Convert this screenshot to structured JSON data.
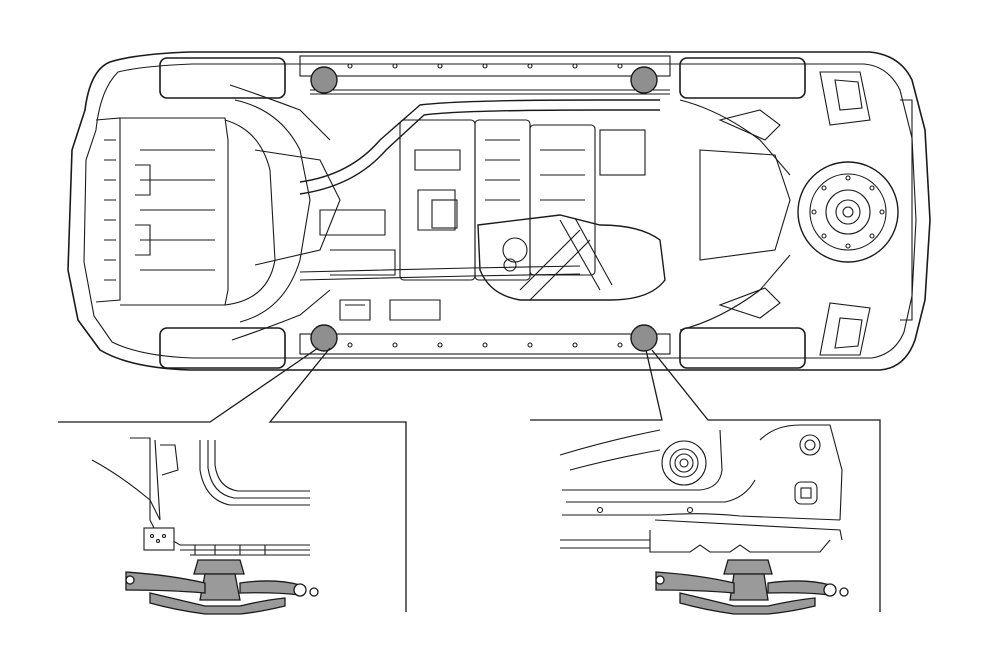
{
  "diagram": {
    "kind": "vehicle-underside-jack-points",
    "jack_points": [
      {
        "id": "front-left"
      },
      {
        "id": "rear-left"
      },
      {
        "id": "front-right"
      },
      {
        "id": "rear-right"
      }
    ],
    "detail_views": [
      {
        "id": "front-jack-detail",
        "shows": "jack-under-front-lift-point"
      },
      {
        "id": "rear-jack-detail",
        "shows": "jack-under-rear-lift-point"
      }
    ],
    "colors": {
      "line": "#1a1a1a",
      "jack_point_fill": "#8f8f8f",
      "jack_fill": "#9a9a9a",
      "background": "#ffffff"
    }
  }
}
